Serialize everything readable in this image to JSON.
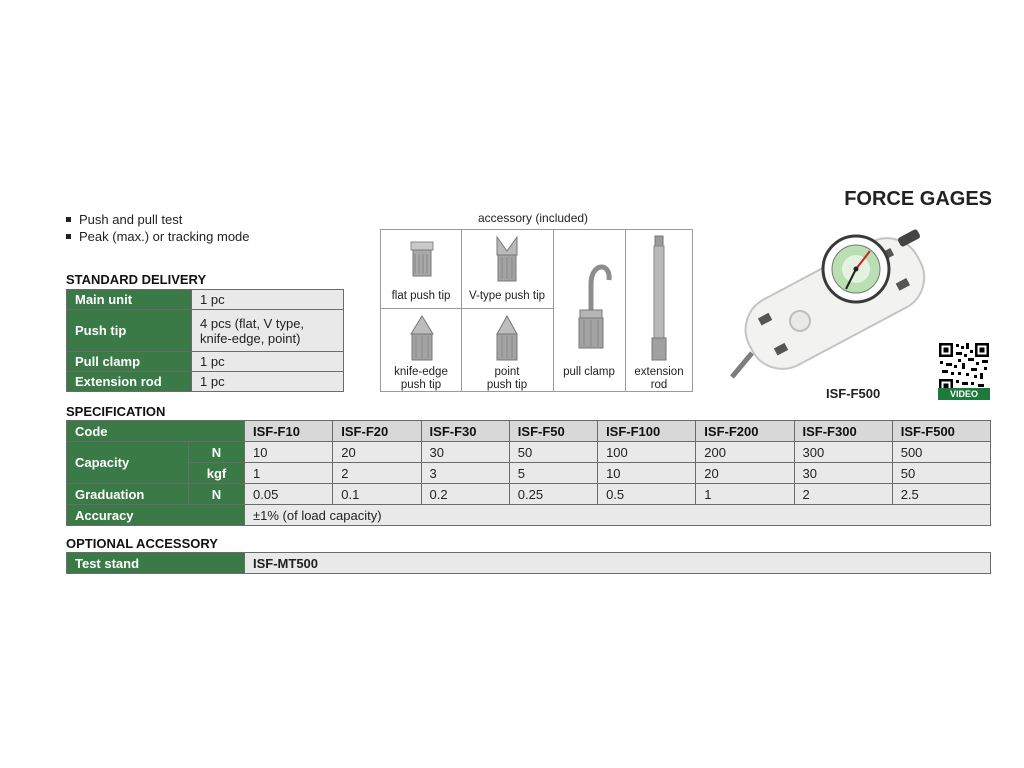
{
  "title": "FORCE GAGES",
  "features": [
    "Push and pull test",
    "Peak (max.) or tracking mode"
  ],
  "standard_delivery": {
    "heading": "STANDARD DELIVERY",
    "rows": [
      {
        "label": "Main unit",
        "value": [
          "1 pc"
        ]
      },
      {
        "label": "Push tip",
        "value": [
          "4 pcs (flat, V type,",
          "knife-edge, point)"
        ]
      },
      {
        "label": "Pull clamp",
        "value": [
          "1 pc"
        ]
      },
      {
        "label": "Extension rod",
        "value": [
          "1 pc"
        ]
      }
    ]
  },
  "accessory": {
    "caption": "accessory (included)",
    "items": {
      "flat": [
        "flat push tip"
      ],
      "vtype": [
        "V-type push tip"
      ],
      "knife": [
        "knife-edge",
        "push tip"
      ],
      "point": [
        "point",
        "push tip"
      ],
      "clamp": [
        "pull clamp"
      ],
      "rod": [
        "extension",
        "rod"
      ]
    }
  },
  "product": {
    "model": "ISF-F500",
    "video_label": "VIDEO"
  },
  "specification": {
    "heading": "SPECIFICATION",
    "code_label": "Code",
    "codes": [
      "ISF-F10",
      "ISF-F20",
      "ISF-F30",
      "ISF-F50",
      "ISF-F100",
      "ISF-F200",
      "ISF-F300",
      "ISF-F500"
    ],
    "capacity_label": "Capacity",
    "capacity_n_unit": "N",
    "capacity_n": [
      "10",
      "20",
      "30",
      "50",
      "100",
      "200",
      "300",
      "500"
    ],
    "capacity_kgf_unit": "kgf",
    "capacity_kgf": [
      "1",
      "2",
      "3",
      "5",
      "10",
      "20",
      "30",
      "50"
    ],
    "graduation_label": "Graduation",
    "graduation_unit": "N",
    "graduation": [
      "0.05",
      "0.1",
      "0.2",
      "0.25",
      "0.5",
      "1",
      "2",
      "2.5"
    ],
    "accuracy_label": "Accuracy",
    "accuracy_value": "±1% (of load capacity)"
  },
  "optional_accessory": {
    "heading": "OPTIONAL ACCESSORY",
    "label": "Test stand",
    "value": "ISF-MT500"
  },
  "colors": {
    "header_green": "#3a7a46",
    "cell_gray": "#e9e9e9",
    "badge_green": "#1f7a3a"
  }
}
